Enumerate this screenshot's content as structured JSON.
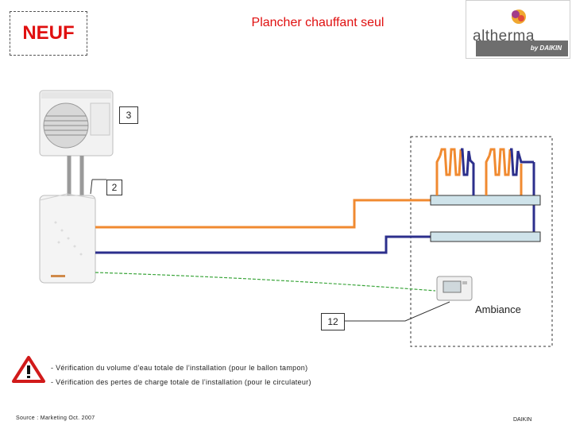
{
  "header": {
    "neuf_label": "NEUF",
    "title": "Plancher chauffant seul"
  },
  "logo": {
    "brand": "altherma",
    "sub": "by DAIKIN"
  },
  "labels": {
    "n3": "3",
    "n2": "2",
    "n12": "12",
    "ambiance": "Ambiance"
  },
  "notes": [
    "- Vérification du volume d’eau totale de l’installation (pour le ballon tampon)",
    "- Vérification des pertes de charge totale de l’installation (pour le circulateur)"
  ],
  "footer": {
    "source": "Source : Marketing   Oct. 2007",
    "brand": "DAIKIN"
  },
  "colors": {
    "title": "#e01010",
    "supply_pipe": "#f08a30",
    "return_pipe": "#2c2f8c",
    "communication": "#3aa53a",
    "manifold": "#cfe3ea",
    "warning": "#d11a1a"
  }
}
